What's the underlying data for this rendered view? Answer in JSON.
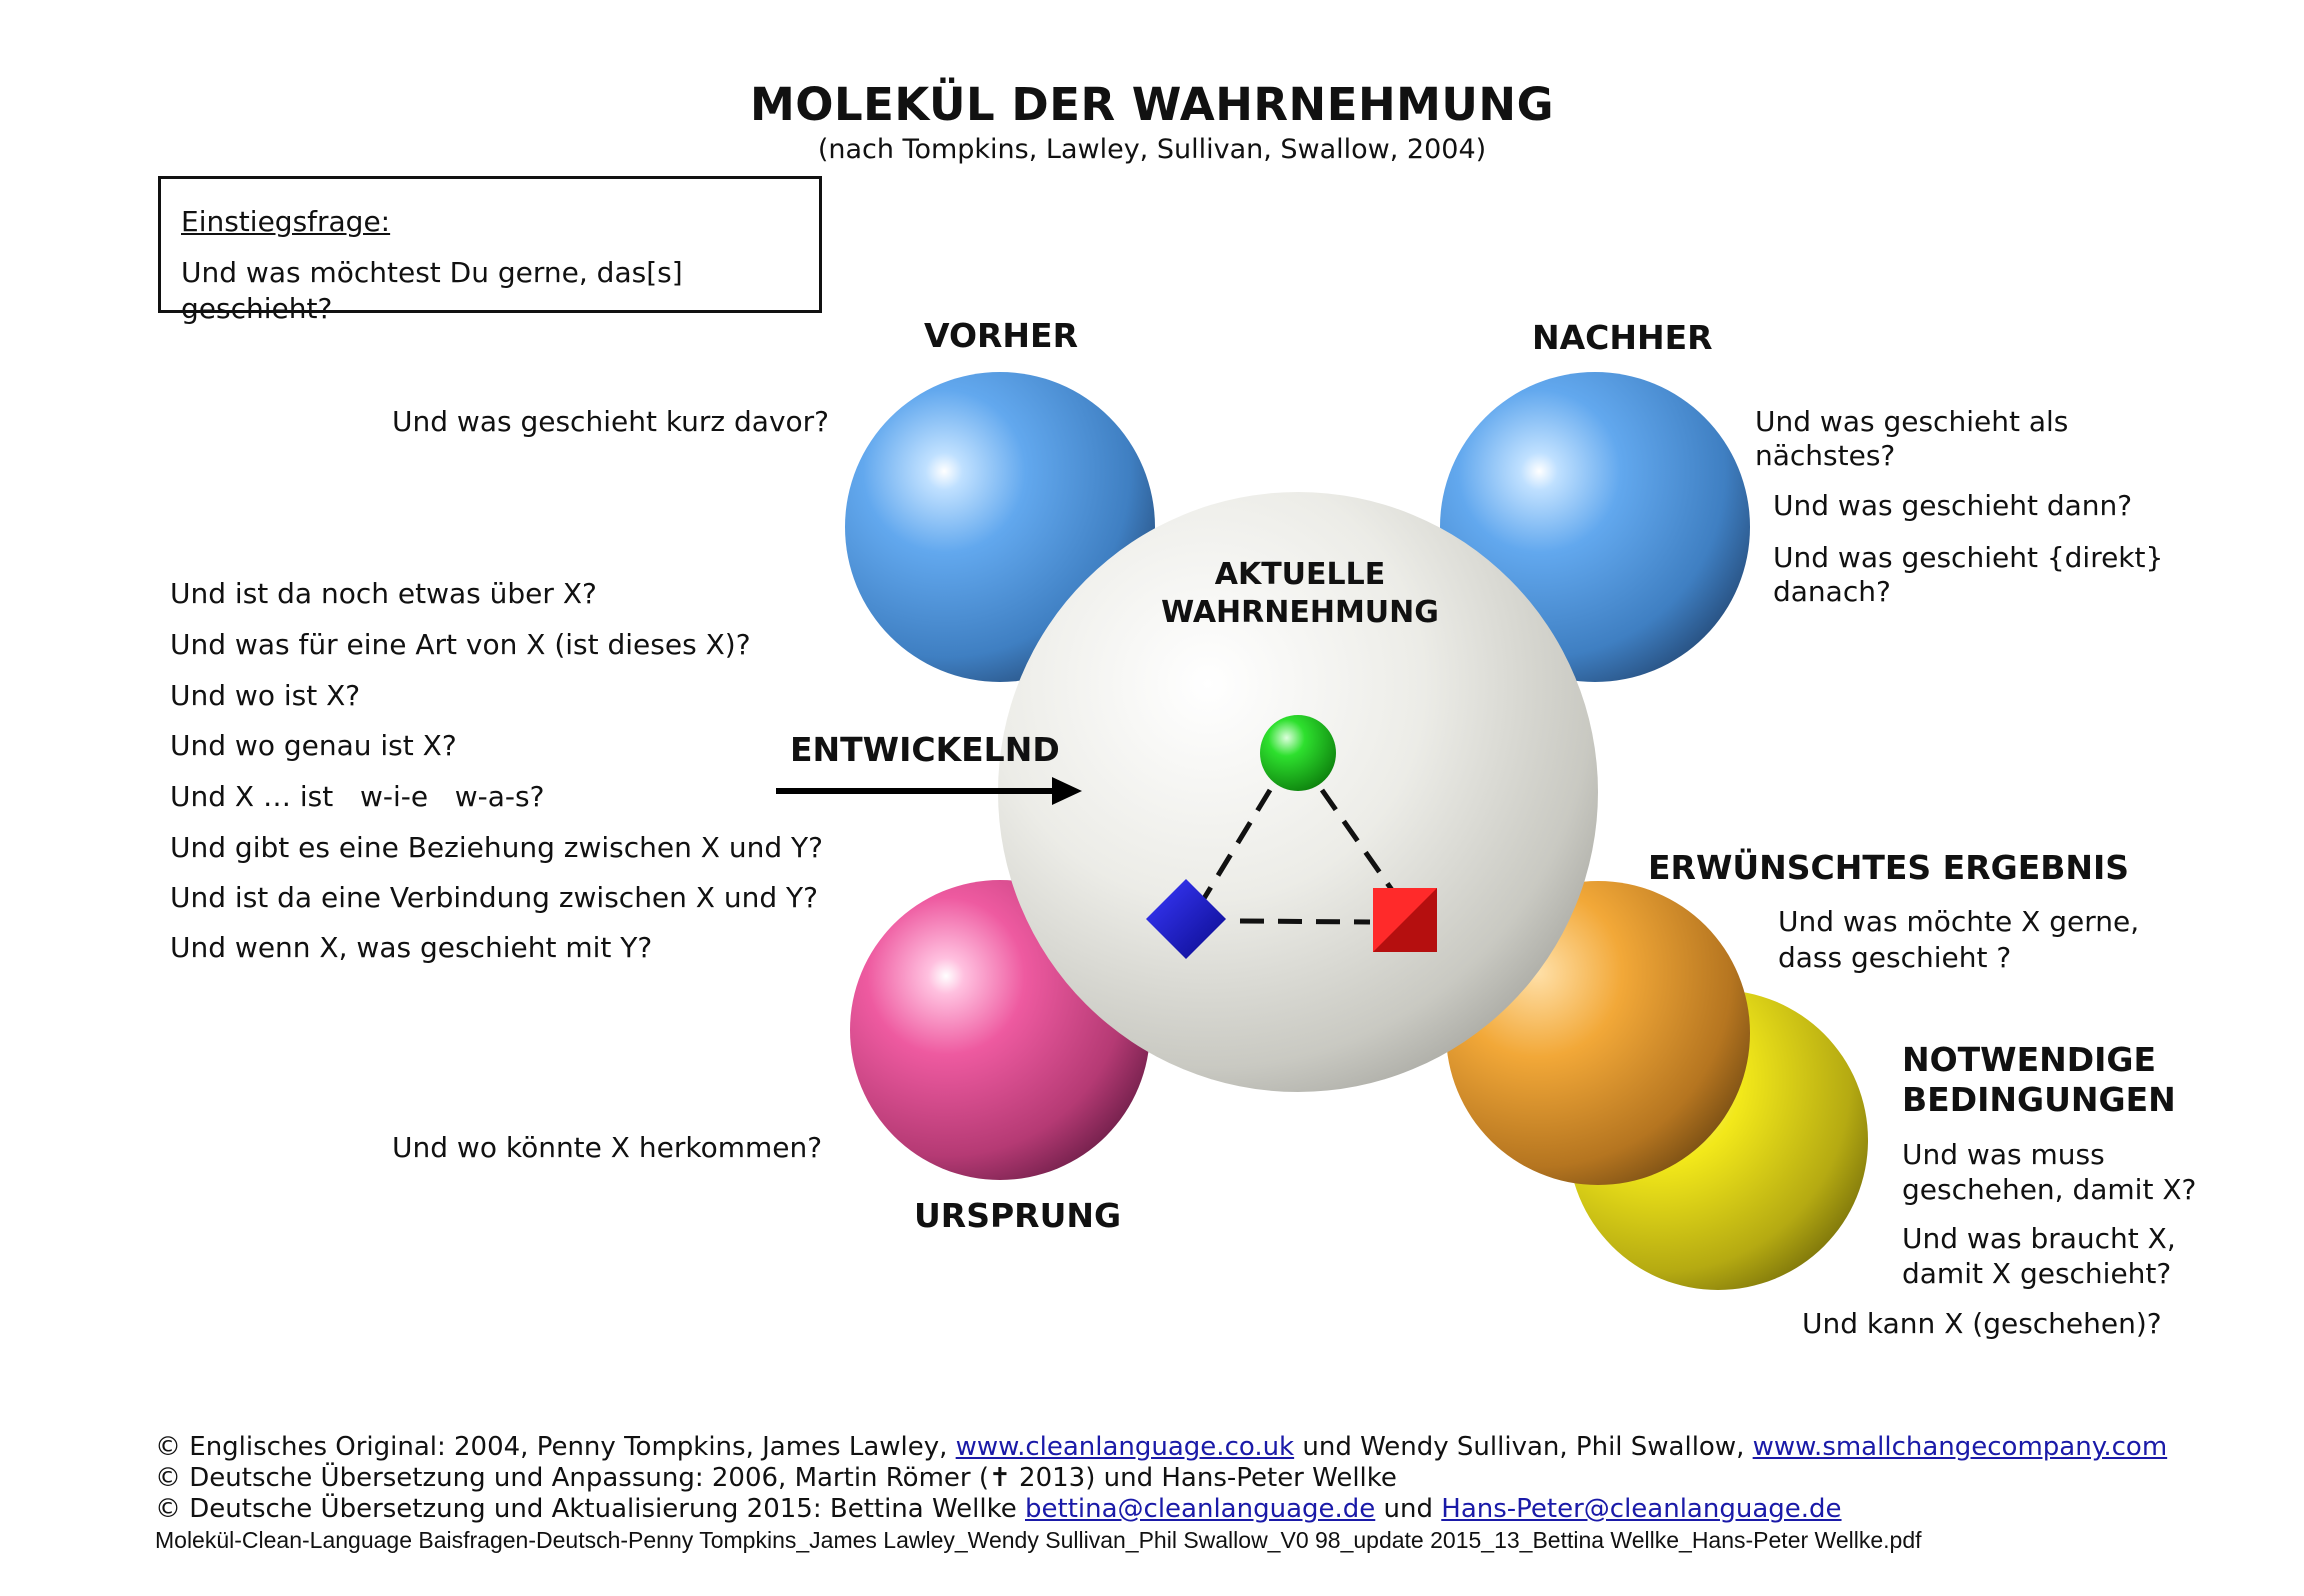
{
  "title": "MOLEKÜL DER WAHRNEHMUNG",
  "subtitle": "(nach Tompkins, Lawley, Sullivan, Swallow, 2004)",
  "entry": {
    "label": "Einstiegsfrage:",
    "question": "Und was möchtest Du gerne, das[s] geschieht?"
  },
  "vorher": {
    "heading": "VORHER",
    "question": "Und was geschieht kurz davor?"
  },
  "nachher": {
    "heading": "NACHHER",
    "questions": [
      "Und was geschieht als",
      "nächstes?",
      "Und was geschieht dann?",
      "Und was geschieht {direkt}",
      "danach?"
    ]
  },
  "center": {
    "heading_line1": "AKTUELLE",
    "heading_line2": "WAHRNEHMUNG"
  },
  "entwickelnd": {
    "heading": "ENTWICKELND",
    "questions": [
      "Und ist da noch etwas über X?",
      "Und was für eine Art von X (ist dieses X)?",
      "Und wo ist X?",
      "Und wo genau ist X?",
      "Und X … ist   w-i-e   w-a-s?",
      "Und gibt es eine Beziehung zwischen X und Y?",
      "Und ist da eine Verbindung zwischen X und Y?",
      "Und wenn X, was geschieht mit Y?"
    ]
  },
  "ursprung": {
    "heading": "URSPRUNG",
    "question": "Und wo könnte X herkommen?"
  },
  "ergebnis": {
    "heading": "ERWÜNSCHTES ERGEBNIS",
    "questions": [
      "Und was möchte X gerne,",
      "dass geschieht ?"
    ]
  },
  "bedingungen": {
    "heading_line1": "NOTWENDIGE",
    "heading_line2": "BEDINGUNGEN",
    "questions": [
      "Und was muss",
      "geschehen, damit X?",
      "Und was braucht X,",
      "damit X geschieht?",
      "Und kann X (geschehen)?"
    ]
  },
  "colors": {
    "blue": "#5aa0e6",
    "pink": "#e84f98",
    "orange": "#f0a735",
    "yellow": "#f2e81a",
    "white_sphere": "#e8e8e3",
    "green": "#1fcf1f",
    "diamond": "#1414d8",
    "square": "#e31818",
    "link": "#1a1aa8"
  },
  "footer": {
    "line1_a": "© Englisches Original: 2004, Penny Tompkins, James Lawley, ",
    "line1_link1": "www.cleanlanguage.co.uk",
    "line1_b": " und Wendy Sullivan, Phil Swallow, ",
    "line1_link2": "www.smallchangecompany.com",
    "line2": "© Deutsche Übersetzung und Anpassung: 2006, Martin Römer (✝ 2013) und Hans-Peter Wellke",
    "line3_a": "© Deutsche Übersetzung und Aktualisierung 2015: Bettina Wellke ",
    "line3_link1": "bettina@cleanlanguage.de",
    "line3_b": " und ",
    "line3_link2": "Hans-Peter@cleanlanguage.de",
    "filename": "Molekül-Clean-Language Baisfragen-Deutsch-Penny Tompkins_James Lawley_Wendy Sullivan_Phil Swallow_V0 98_update 2015_13_Bettina Wellke_Hans-Peter Wellke.pdf"
  }
}
